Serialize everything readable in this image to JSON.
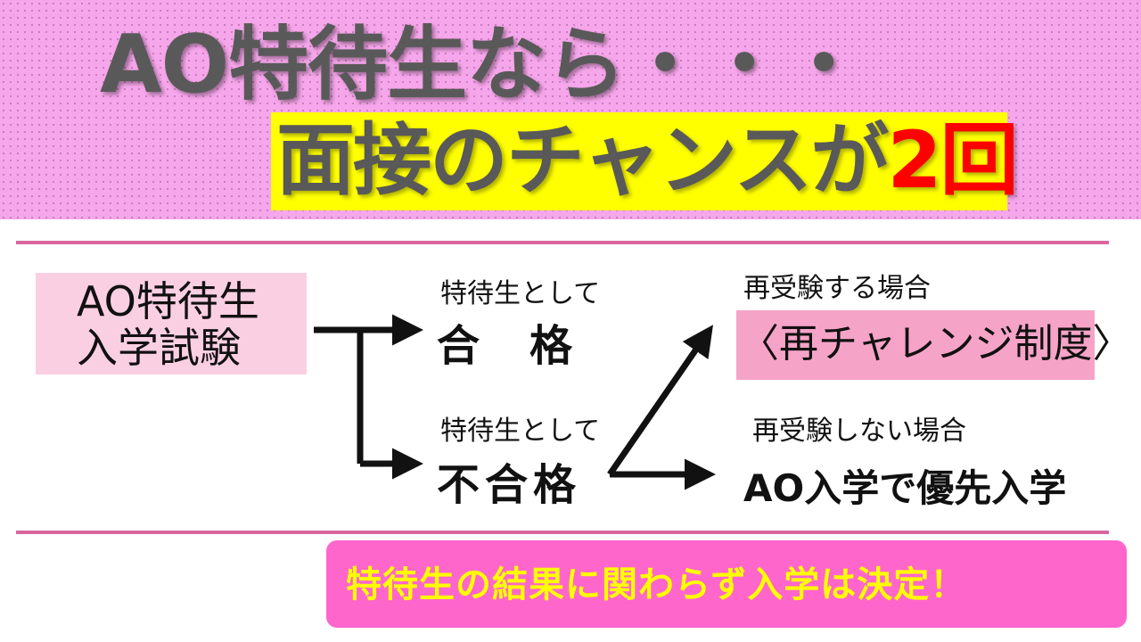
{
  "header": {
    "line1": "AO特待生なら・・・",
    "line2_prefix": "面接のチャンスが",
    "line2_number": "2回"
  },
  "diagram": {
    "exam": {
      "line1": "AO特待生",
      "line2": "入学試験"
    },
    "pass": {
      "sub": "特待生として",
      "main_a": "合",
      "main_b": "格"
    },
    "fail": {
      "sub": "特待生として",
      "main": "不合格"
    },
    "retry": {
      "sub": "再受験する場合",
      "main": "〈再チャレンジ制度〉"
    },
    "no_retry": {
      "sub": "再受験しない場合",
      "main": "AO入学で優先入学"
    }
  },
  "footer": {
    "note": "特待生の結果に関わらず入学は決定！"
  },
  "colors": {
    "band": "#f6a6ea",
    "highlight": "#ffff00",
    "accent_red": "#ff0000",
    "rule": "#d9669d",
    "exam_box": "#fbcfe2",
    "retry_box": "#f6a3c8",
    "footer_box": "#ff66cc"
  }
}
